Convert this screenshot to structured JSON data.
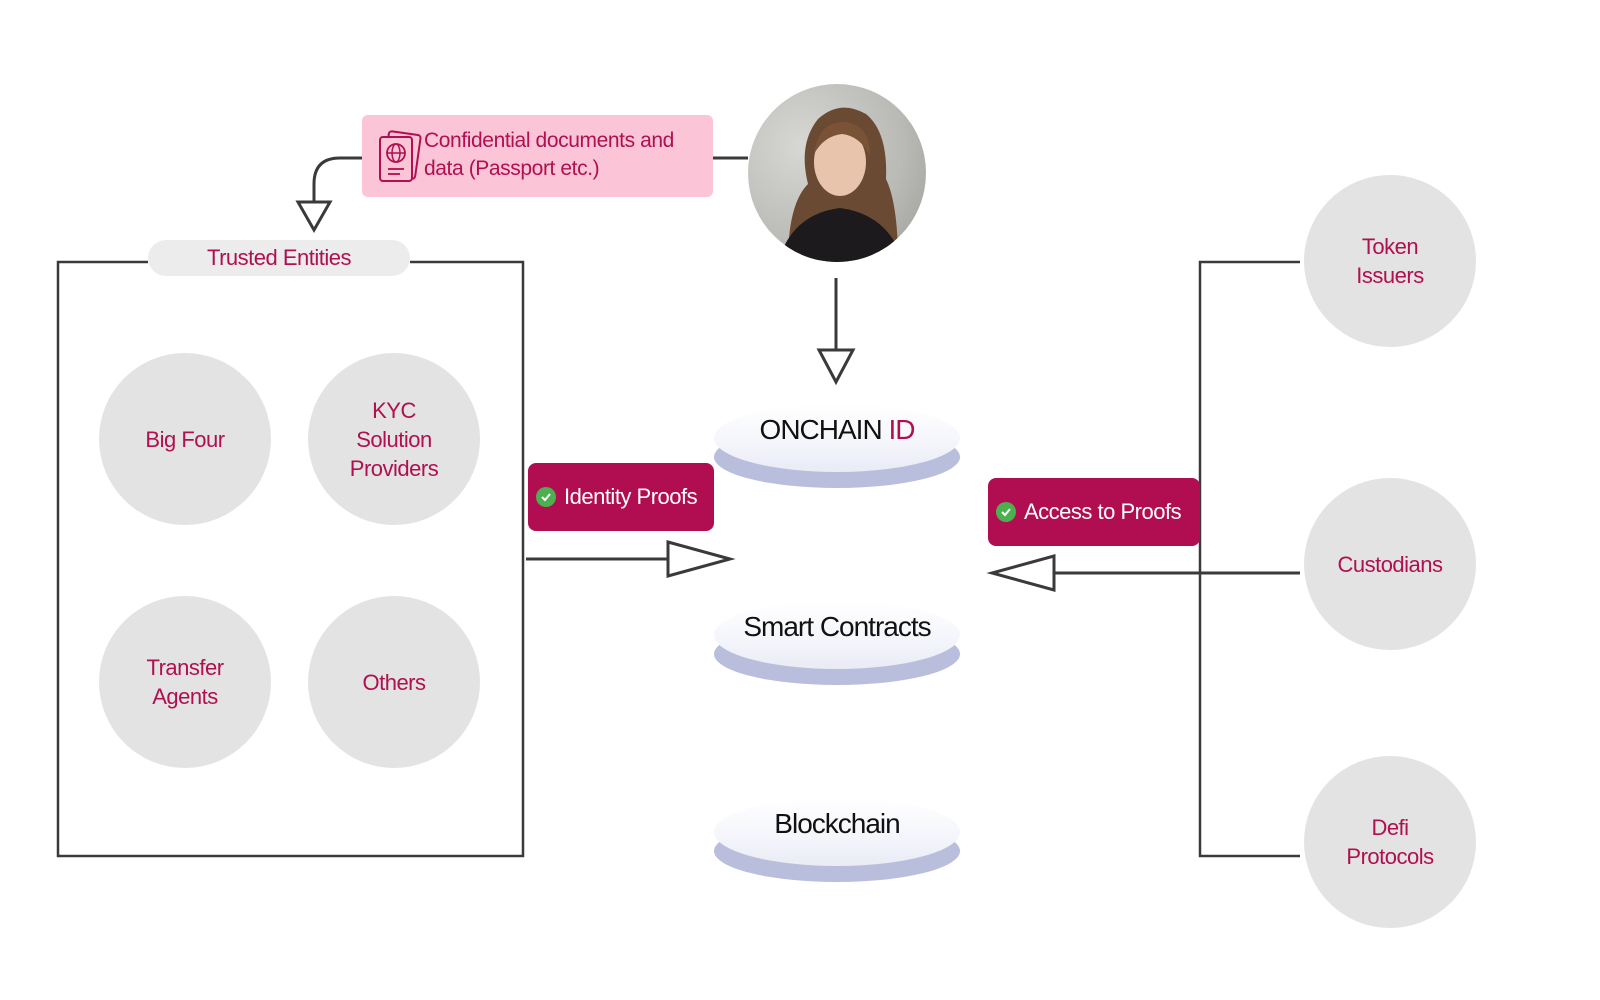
{
  "document_box": {
    "text": "Confidential documents and data (Passport etc.)"
  },
  "trusted_entities": {
    "title": "Trusted Entities",
    "items": [
      "Big Four",
      "KYC\nSolution\nProviders",
      "Transfer\nAgents",
      "Others"
    ]
  },
  "flow_labels": {
    "identity_proofs": "Identity Proofs",
    "access_to_proofs": "Access to Proofs"
  },
  "stack": {
    "onchain_prefix": "ONCHAIN ",
    "onchain_suffix": "ID",
    "smart_contracts": "Smart Contracts",
    "blockchain": "Blockchain"
  },
  "consumers": [
    "Token\nIssuers",
    "Custodians",
    "Defi\nProtocols"
  ],
  "colors": {
    "accent": "#b0104f",
    "pill_bg": "#b10e51",
    "doc_bg": "#fbc4d7",
    "circle_bg": "#e3e3e3",
    "line": "#3a3a3a",
    "check": "#4caf50"
  },
  "icons": [
    "passport-icon",
    "check-icon",
    "user-photo"
  ]
}
